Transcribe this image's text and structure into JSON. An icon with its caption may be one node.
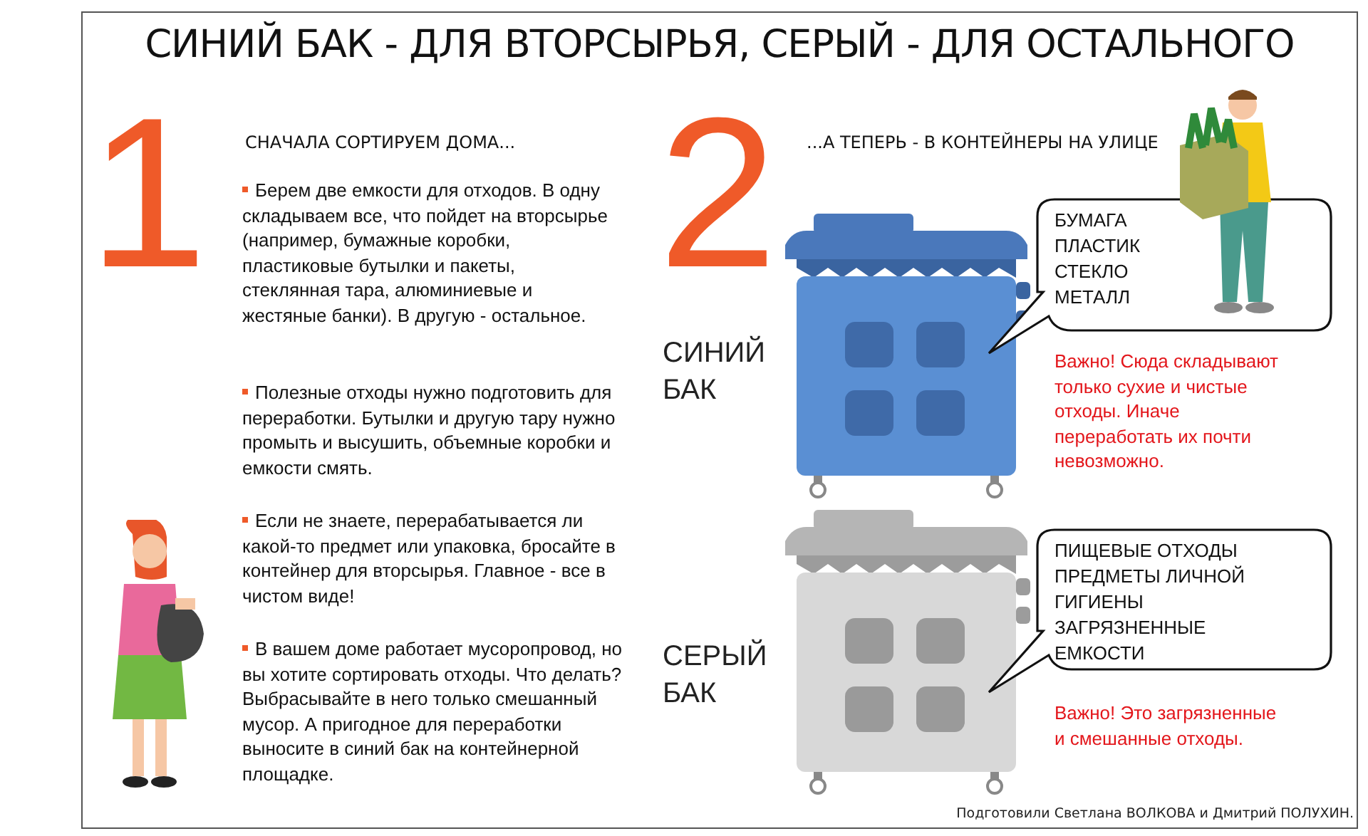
{
  "diagram": {
    "title": "СИНИЙ БАК - ДЛЯ ВТОРСЫРЬЯ, СЕРЫЙ - ДЛЯ ОСТАЛЬНОГО",
    "nodes": [
      {
        "text": [
          "СИНИЙ БАК"
        ]
      },
      {
        "text": [
          "БУМАГА",
          "ПЛАСТИК",
          "СТЕКЛО",
          "МЕТАЛЛ"
        ]
      },
      {
        "text": [
          "СЕРЫЙ БАК"
        ]
      },
      {
        "text": [
          "ПИЩЕВЫЕ ОТХОДЫ",
          "ПРЕДМЕТЫ ЛИЧНОЙ ГИГИЕНЫ",
          "ЗАГРЯЗНЕННЫЕ ЕМКОСТИ"
        ]
      }
    ],
    "labels": [
      "1",
      "СНАЧАЛА СОРТИРУЕМ ДОМА...",
      "Берем две емкости для отходов. В одну складываем все, что пойдет на вторсырье (например, бумажные коробки, пластиковые бутылки и пакеты, стеклянная тара, алюминиевые и жестяные банки). В другую - остальное.",
      "Полезные отходы нужно подготовить для переработки. Бутылки и другую тару нужно промыть и высушить, объемные коробки и емкости смять.",
      "Если не знаете, перерабатывается ли какой-то предмет или упаковка, бросайте в контейнер для вторсырья. Главное - все в чистом виде!",
      "В вашем доме работает мусоропровод, но вы хотите сортировать отходы. Что делать? Выбрасывайте в него только смешанный мусор. А пригодное для переработки выносите в синий бак на контейнерной площадке.",
      "2",
      "...А ТЕПЕРЬ - В КОНТЕЙНЕРЫ НА УЛИЦЕ",
      "Важно! Сюда складывают только сухие и чистые отходы. Иначе переработать их почти невозможно.",
      "Важно! Это загрязненные и смешанные отходы.",
      "Подготовили Светлана ВОЛКОВА и Дмитрий ПОЛУХИН."
    ]
  }
}
